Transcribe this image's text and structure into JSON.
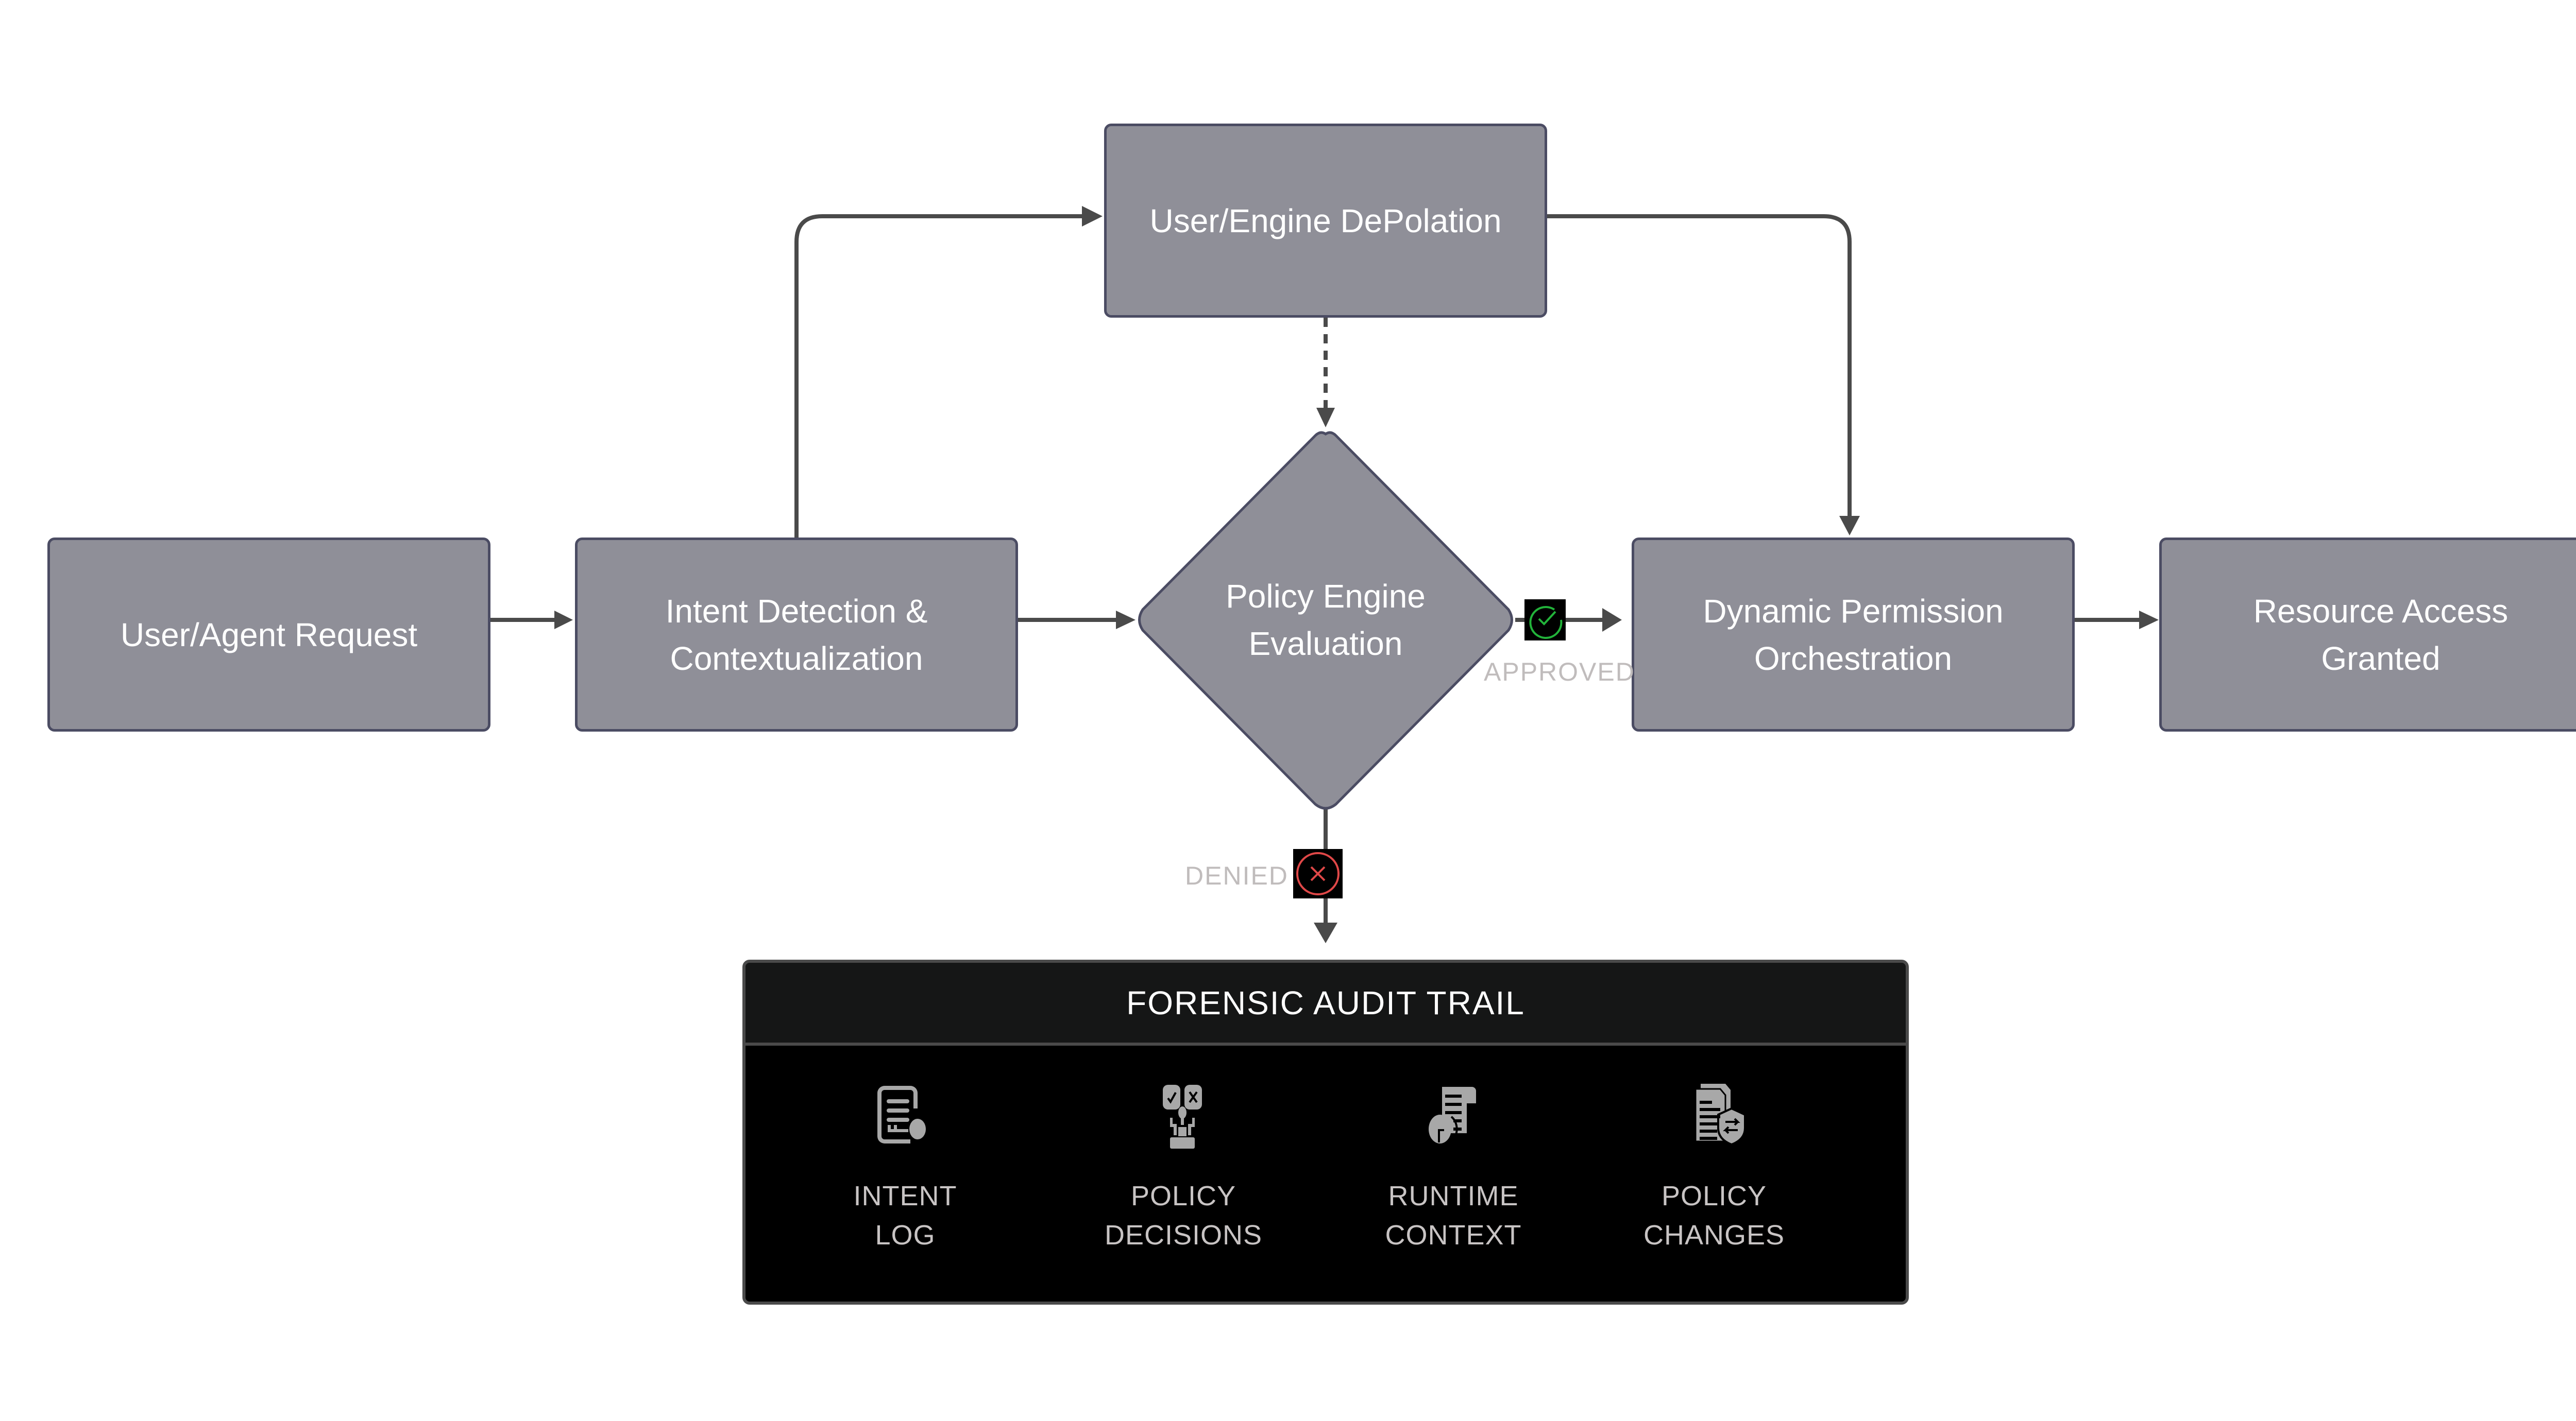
{
  "diagram": {
    "nodes": {
      "user_request": {
        "label": "User/Agent Request"
      },
      "intent_detection": {
        "line1": "Intent Detection &",
        "line2": "Contextualization"
      },
      "depolation": {
        "label": "User/Engine DePolation"
      },
      "policy_engine": {
        "line1": "Policy Engine",
        "line2": "Evaluation"
      },
      "dynamic_permission": {
        "line1": "Dynamic Permission",
        "line2": "Orchestration"
      },
      "resource_access": {
        "line1": "Resource Access",
        "line2": "Granted"
      }
    },
    "edges": {
      "approved": {
        "label": "APPROVED",
        "icon": "check-circle-icon",
        "color": "#22b33a"
      },
      "denied": {
        "label": "DENIED",
        "icon": "x-circle-icon",
        "color": "#e04848"
      }
    },
    "audit_trail": {
      "title": "FORENSIC AUDIT TRAIL",
      "items": [
        {
          "line1": "INTENT",
          "line2": "LOG",
          "icon": "intent-log-icon"
        },
        {
          "line1": "POLICY",
          "line2": "DECISIONS",
          "icon": "policy-decisions-icon"
        },
        {
          "line1": "RUNTIME",
          "line2": "CONTEXT",
          "icon": "runtime-context-icon"
        },
        {
          "line1": "POLICY",
          "line2": "CHANGES",
          "icon": "policy-changes-icon"
        }
      ]
    },
    "colors": {
      "node_fill": "#8f8f98",
      "node_border": "#4b4c63",
      "connector": "#4a4a4a",
      "audit_bg": "#000000",
      "icon_gray": "#a8a8a8"
    }
  }
}
